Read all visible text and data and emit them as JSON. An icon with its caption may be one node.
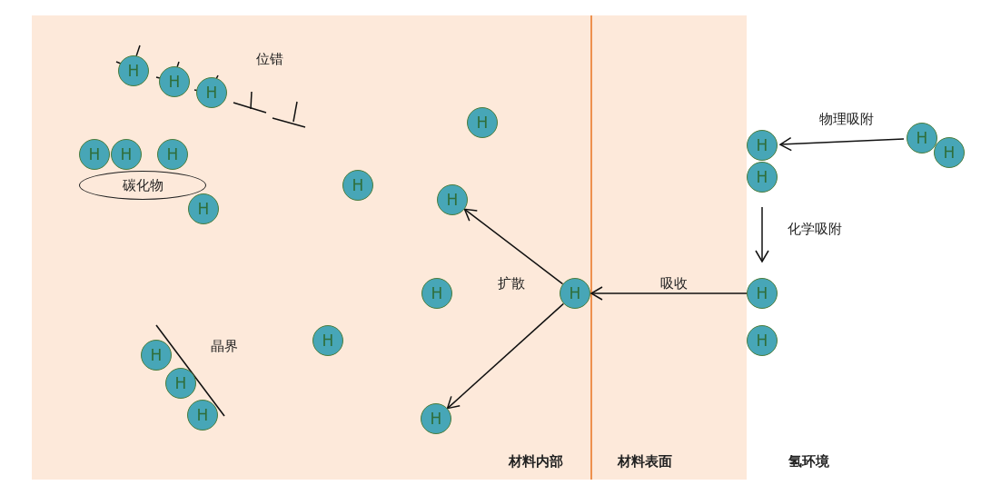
{
  "diagram": {
    "nodes": [
      {
        "text": [
          "H"
        ]
      },
      {
        "text": [
          "H"
        ]
      },
      {
        "text": [
          "H"
        ]
      },
      {
        "text": [
          "H"
        ]
      },
      {
        "text": [
          "H"
        ]
      },
      {
        "text": [
          "H"
        ]
      },
      {
        "text": [
          "碳化物"
        ]
      },
      {
        "text": [
          "H"
        ]
      },
      {
        "text": [
          "H"
        ]
      },
      {
        "text": [
          "H"
        ]
      },
      {
        "text": [
          "H"
        ]
      },
      {
        "text": [
          "H"
        ]
      },
      {
        "text": [
          "H"
        ]
      },
      {
        "text": [
          "H"
        ]
      },
      {
        "text": [
          "H"
        ]
      },
      {
        "text": [
          "H"
        ]
      },
      {
        "text": [
          "H"
        ]
      },
      {
        "text": [
          "H"
        ]
      },
      {
        "text": [
          "H"
        ]
      },
      {
        "text": [
          "H"
        ]
      },
      {
        "text": [
          "H"
        ]
      },
      {
        "text": [
          "H"
        ]
      },
      {
        "text": [
          "H"
        ]
      },
      {
        "text": [
          "H"
        ]
      }
    ],
    "edges": [
      {
        "from": 10,
        "to": 9,
        "arrow": "to",
        "label": "物理吸附"
      },
      {
        "from": 12,
        "to": 17,
        "arrow": "to",
        "label": "化学吸附"
      },
      {
        "from": 17,
        "to": 16,
        "arrow": "to",
        "label": "吸收"
      },
      {
        "from": 16,
        "to": 14,
        "arrow": "to"
      },
      {
        "from": 16,
        "to": 23,
        "arrow": "to"
      }
    ],
    "labels": [
      "位错",
      "扩散",
      "晶界",
      "材料内部",
      "材料表面",
      "氢环境"
    ]
  }
}
